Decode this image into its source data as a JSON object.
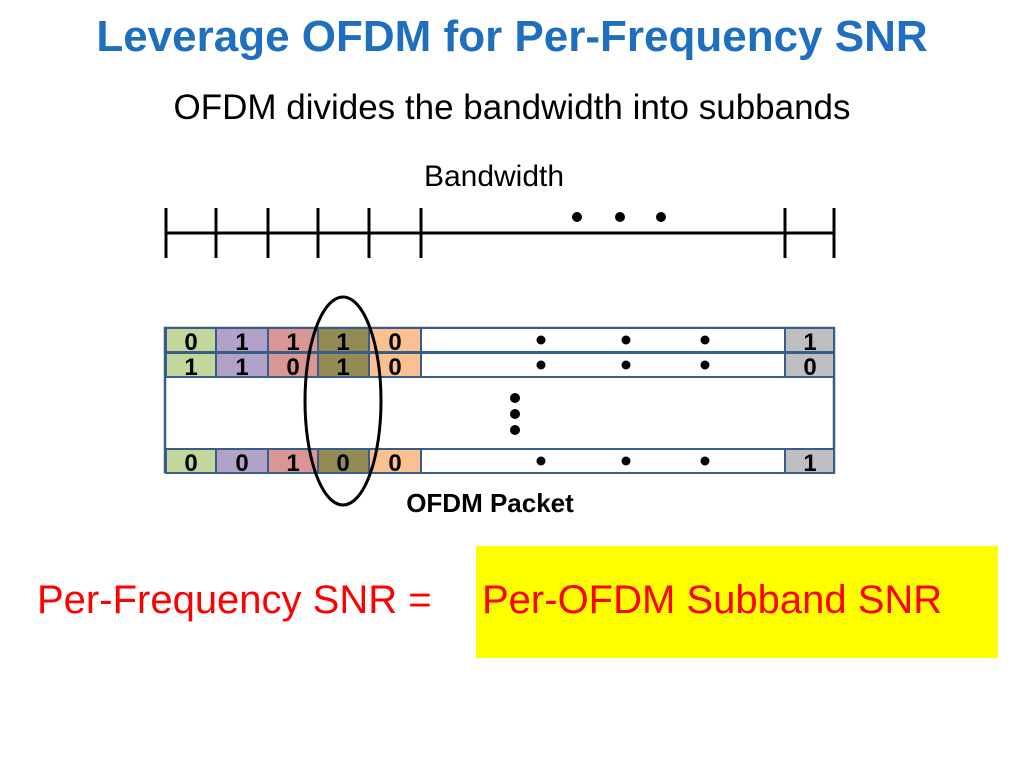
{
  "title": "Leverage OFDM for Per-Frequency SNR",
  "subtitle": "OFDM divides the bandwidth into subbands",
  "bandwidth_label": "Bandwidth",
  "packet_label": "OFDM Packet",
  "equation": {
    "left": "Per-Frequency SNR =",
    "right": "Per-OFDM Subband SNR"
  },
  "colors": {
    "title": "#1f6fbf",
    "subband_fills": [
      "#c3d69b",
      "#b3a2c7",
      "#d99694",
      "#948a54",
      "#fac090"
    ],
    "last_subband_fill": "#bfbfbf",
    "row_border": "#385d8a",
    "highlight": "#ffff00",
    "equation_text": "#ff0000"
  },
  "packet": {
    "rows": [
      {
        "bits": [
          "0",
          "1",
          "1",
          "1",
          "0"
        ],
        "last": "1"
      },
      {
        "bits": [
          "1",
          "1",
          "0",
          "1",
          "0"
        ],
        "last": "0"
      },
      {
        "bits": [
          "0",
          "0",
          "1",
          "0",
          "0"
        ],
        "last": "1"
      }
    ]
  }
}
